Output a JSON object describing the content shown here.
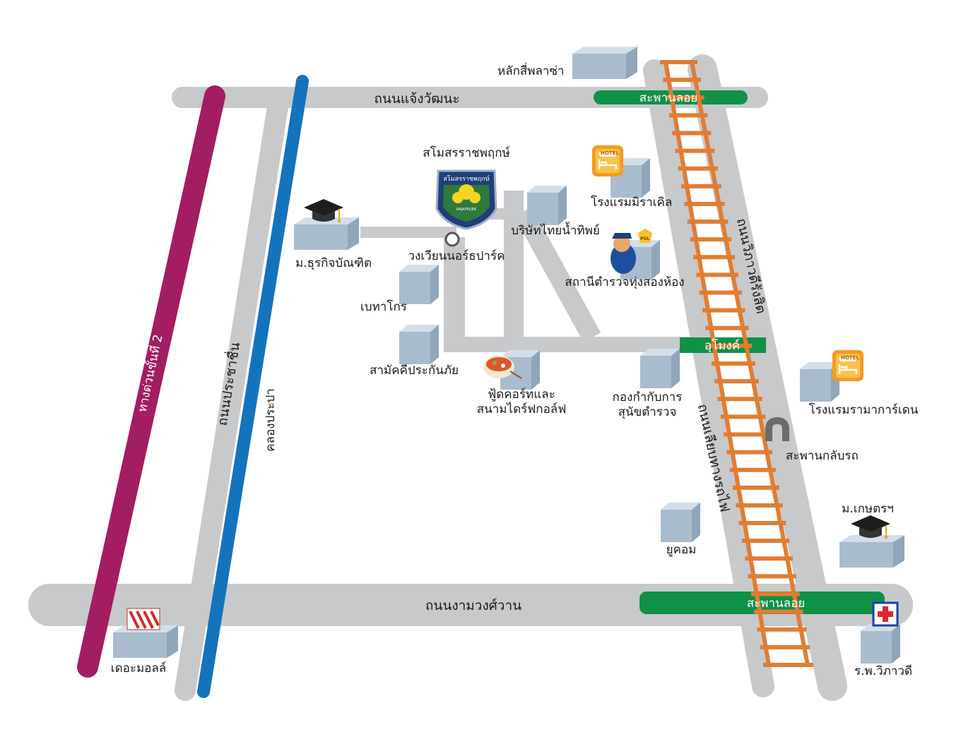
{
  "map": {
    "colors": {
      "road": "#c8c9cb",
      "expressway": "#a31d62",
      "canal": "#1473bd",
      "rail": "#e07d33",
      "bridge": "#0f9148",
      "building_front": "#a9bccd",
      "building_top": "#d4dee8",
      "building_side": "#8fa6bb"
    },
    "roads": {
      "chaeng_watthana": "ถนนแจ้งวัฒนะ",
      "ngam_wong_wan": "ถนนงามวงศ์วาน",
      "prachachuen": "ถนนประชาชื่น",
      "vibhavadi": "ถนนวิภาวดีรังสิต",
      "railway_road": "ถนนเลียบทางรถไฟ",
      "expressway": "ทางด่วนขั้นที่ 2",
      "canal": "คลองประปา"
    },
    "bridges": {
      "top": "สะพานลอย",
      "bottom": "สะพานลอย",
      "tunnel": "อุโมงค์",
      "u_turn": "สะพานกลับรถ"
    },
    "places": {
      "lak_si_plaza": "หลักสี่พลาซ่า",
      "club": "สโมสรราชพฤกษ์",
      "club_badge": "สโมสรราชพฤกษ์",
      "club_badge_small": "RAJAPRUEK",
      "roundabout": "วงเวียนนอร์ธปาร์ค",
      "dpu": "ม.ธุรกิจบัณฑิต",
      "thai_water": "บริษัทไทยน้ำทิพย์",
      "miracle_hotel": "โรงแรมมิราเคิล",
      "police_station": "สถานีตำรวจทุ่งสองห้อง",
      "betagro": "เบทาโกร",
      "samakkhi": "สามัคคีประกันภัย",
      "food_court_1": "ฟู้ดคอร์ทและ",
      "food_court_2": "สนามไดร์ฟกอล์ฟ",
      "k9_1": "กองกำกับการ",
      "k9_2": "สุนัขตำรวจ",
      "rama_gardens": "โรงแรมรามาการ์เดน",
      "kasetsart": "ม.เกษตรฯ",
      "ucom": "ยูคอม",
      "the_mall": "เดอะมอลล์",
      "vibhavadi_hospital": "ร.พ.วิภาวดี",
      "hotel_sign": "HOTEL"
    }
  }
}
